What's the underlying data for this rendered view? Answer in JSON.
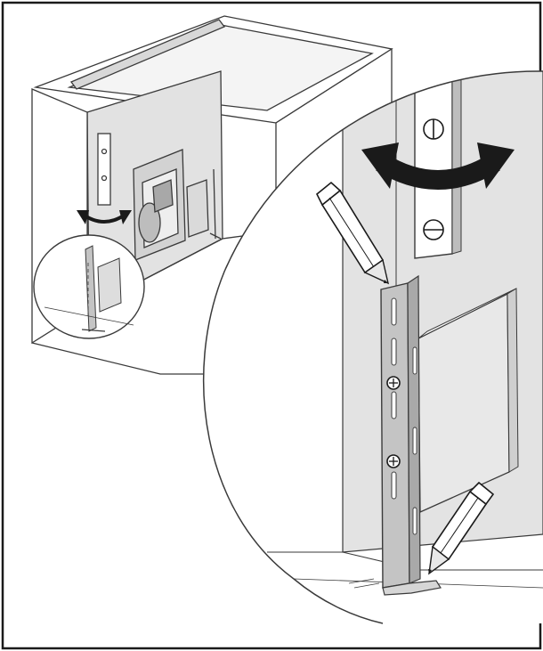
{
  "figure": {
    "kind": "assembly-illustration",
    "style": "monochrome-line-art",
    "palette": {
      "ink": "#1a1a1a",
      "line": "#3a3a3a",
      "light_fill": "#e6e6e6",
      "mid_fill": "#cfcfcf",
      "dark_fill": "#b3b3b3",
      "bracket_fill": "#c4c4c4",
      "background": "#ffffff"
    },
    "icons": {
      "rotation_arrow": "double-headed-curved-arrow",
      "marking_tool": "pencil",
      "fastener": "screw"
    },
    "text_labels": []
  }
}
